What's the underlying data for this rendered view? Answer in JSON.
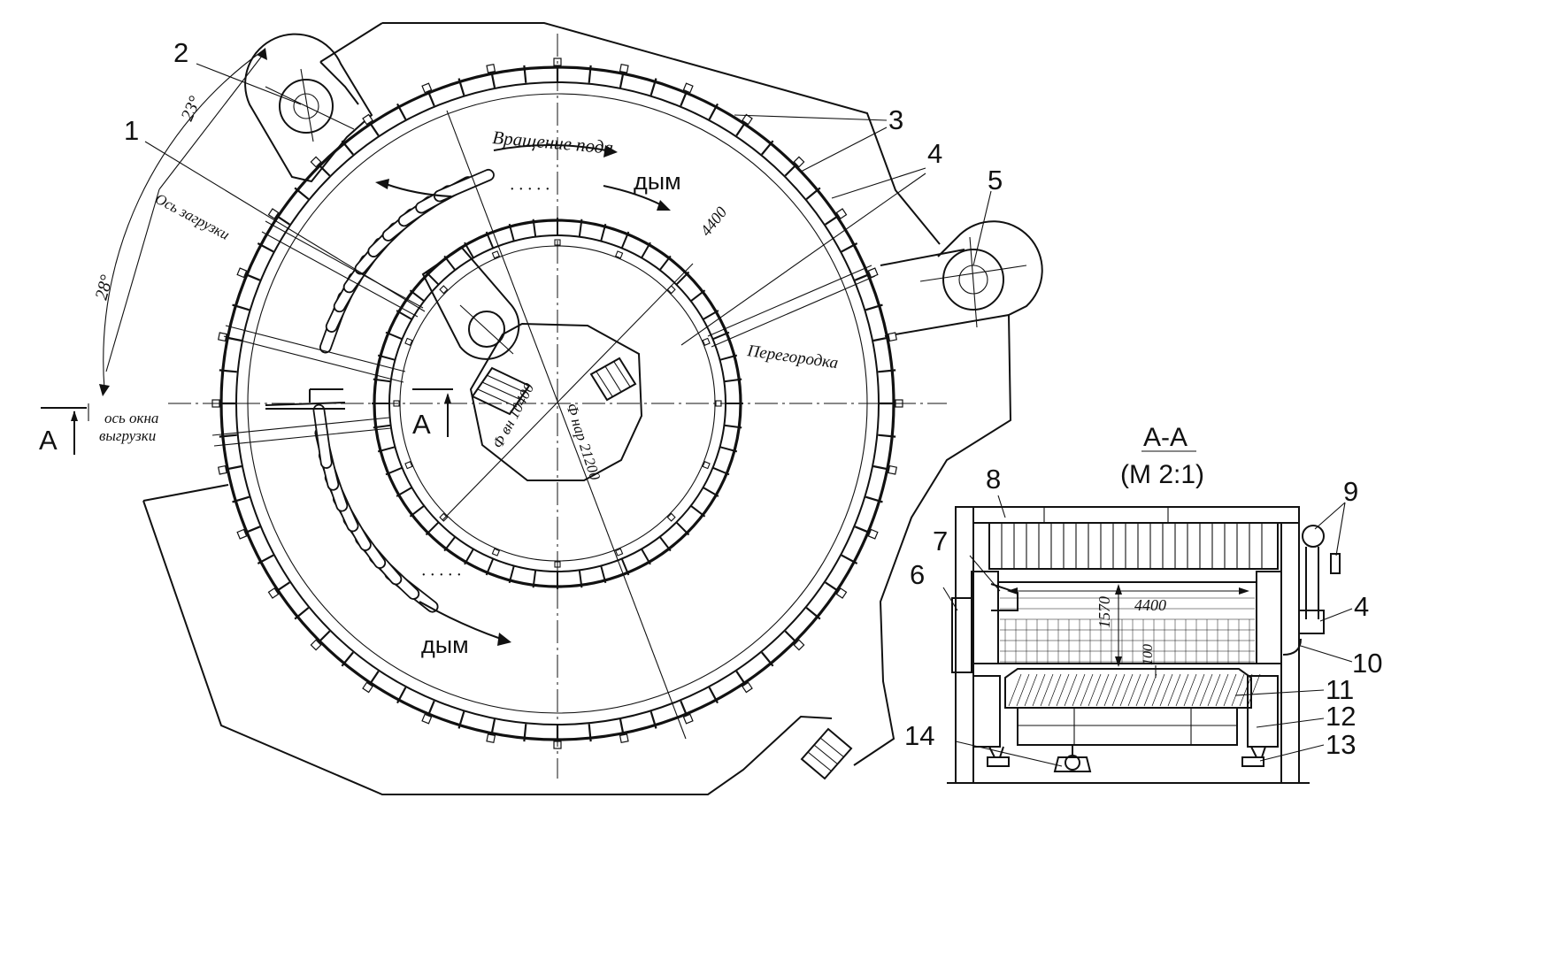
{
  "callouts": {
    "c1": "1",
    "c2": "2",
    "c3": "3",
    "c4": "4",
    "c5": "5",
    "c6": "6",
    "c7": "7",
    "c8": "8",
    "c9": "9",
    "c10": "10",
    "c11": "11",
    "c12": "12",
    "c13": "13",
    "c14": "14",
    "c4b": "4"
  },
  "plan": {
    "rotation_label": "Вращение пода",
    "smoke_top": "дым",
    "smoke_bottom": "дым",
    "partition": "Перегородка",
    "width_dim": "4400",
    "inner_diameter": "Ф вн 10400",
    "mid_diameter": "Ф нар 21200",
    "angle_top": "23°",
    "angle_bottom": "28°",
    "load_axis": "Ось загрузки",
    "unload_axis_1": "ось окна",
    "unload_axis_2": "выгрузки",
    "section_mark_left": "А",
    "section_mark_center": "А",
    "dots_top": "· · · · ·",
    "dots_bottom": "· · · · ·"
  },
  "section": {
    "title": "А-А",
    "scale": "(М 2:1)",
    "dim_height": "1570",
    "dim_width": "4400",
    "dim_hearth": "100"
  }
}
